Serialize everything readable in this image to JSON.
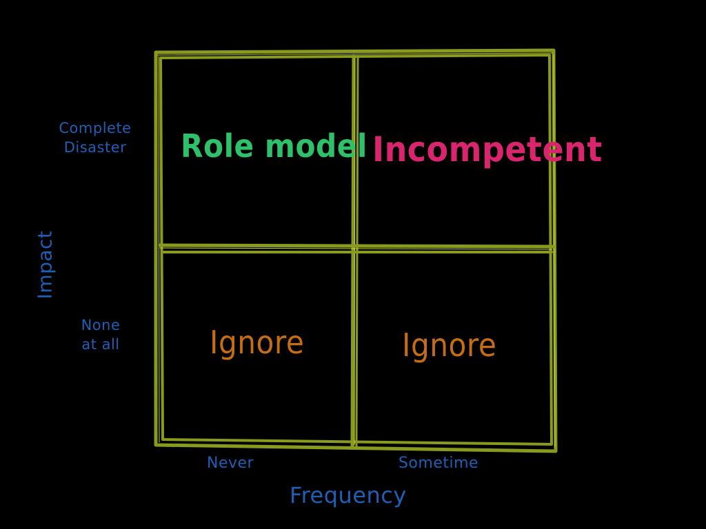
{
  "diagram": {
    "quadrants": {
      "top_left": "Role model",
      "top_right": "Incompetent",
      "bottom_left": "Ignore",
      "bottom_right": "Ignore"
    },
    "y_axis": {
      "title": "Impact",
      "top_label_line1": "Complete",
      "top_label_line2": "Disaster",
      "bottom_label_line1": "None",
      "bottom_label_line2": "at all"
    },
    "x_axis": {
      "title": "Frequency",
      "left_label": "Never",
      "right_label": "Sometime"
    },
    "colors": {
      "background": "#000000",
      "grid_line": "#8a9a1e",
      "grid_highlight": "#c9d43a",
      "role_model": "#2ec06a",
      "incompetent": "#d8256e",
      "ignore": "#c56d14",
      "axis_text": "#1f5fb4"
    }
  }
}
